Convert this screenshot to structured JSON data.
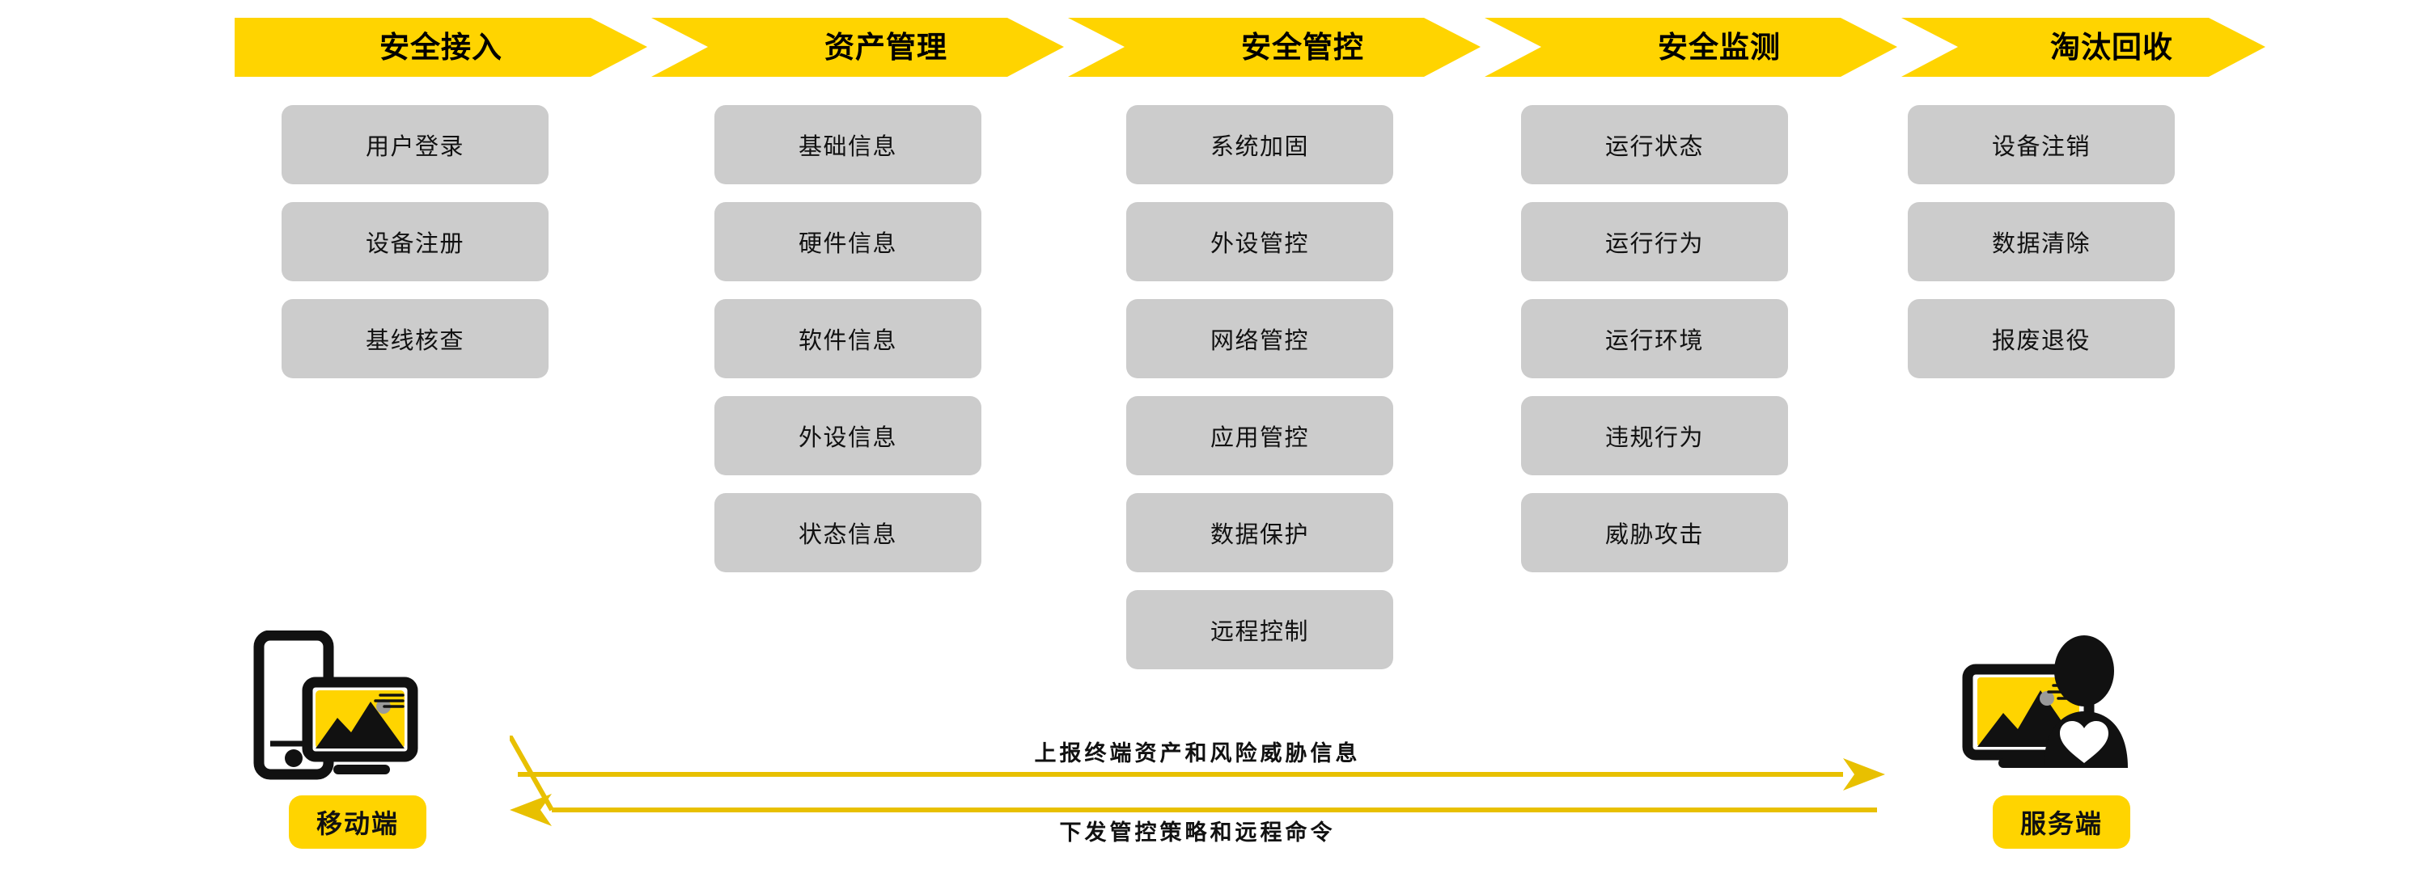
{
  "theme": {
    "accent_yellow": "#FFD400",
    "box_grey": "#CCCCCC",
    "text_black": "#111111",
    "background": "#FFFFFF"
  },
  "phases": [
    {
      "label": "安全接入"
    },
    {
      "label": "资产管理"
    },
    {
      "label": "安全管控"
    },
    {
      "label": "安全监测"
    },
    {
      "label": "淘汰回收"
    }
  ],
  "columns": [
    {
      "phase": "安全接入",
      "items": [
        {
          "label": "用户登录"
        },
        {
          "label": "设备注册"
        },
        {
          "label": "基线核查"
        }
      ]
    },
    {
      "phase": "资产管理",
      "items": [
        {
          "label": "基础信息"
        },
        {
          "label": "硬件信息"
        },
        {
          "label": "软件信息"
        },
        {
          "label": "外设信息"
        },
        {
          "label": "状态信息"
        }
      ]
    },
    {
      "phase": "安全管控",
      "items": [
        {
          "label": "系统加固"
        },
        {
          "label": "外设管控"
        },
        {
          "label": "网络管控"
        },
        {
          "label": "应用管控"
        },
        {
          "label": "数据保护"
        },
        {
          "label": "远程控制"
        }
      ]
    },
    {
      "phase": "安全监测",
      "items": [
        {
          "label": "运行状态"
        },
        {
          "label": "运行行为"
        },
        {
          "label": "运行环境"
        },
        {
          "label": "违规行为"
        },
        {
          "label": "威胁攻击"
        }
      ]
    },
    {
      "phase": "淘汰回收",
      "items": [
        {
          "label": "设备注销"
        },
        {
          "label": "数据清除"
        },
        {
          "label": "报废退役"
        }
      ]
    }
  ],
  "endpoints": {
    "left": {
      "label": "移动端",
      "icon": "mobile-device-and-monitor-icon"
    },
    "right": {
      "label": "服务端",
      "icon": "server-operator-monitor-icon"
    }
  },
  "channel": {
    "uplink": {
      "label": "上报终端资产和风险威胁信息",
      "direction": "left-to-right"
    },
    "downlink": {
      "label": "下发管控策略和远程命令",
      "direction": "right-to-left"
    }
  }
}
